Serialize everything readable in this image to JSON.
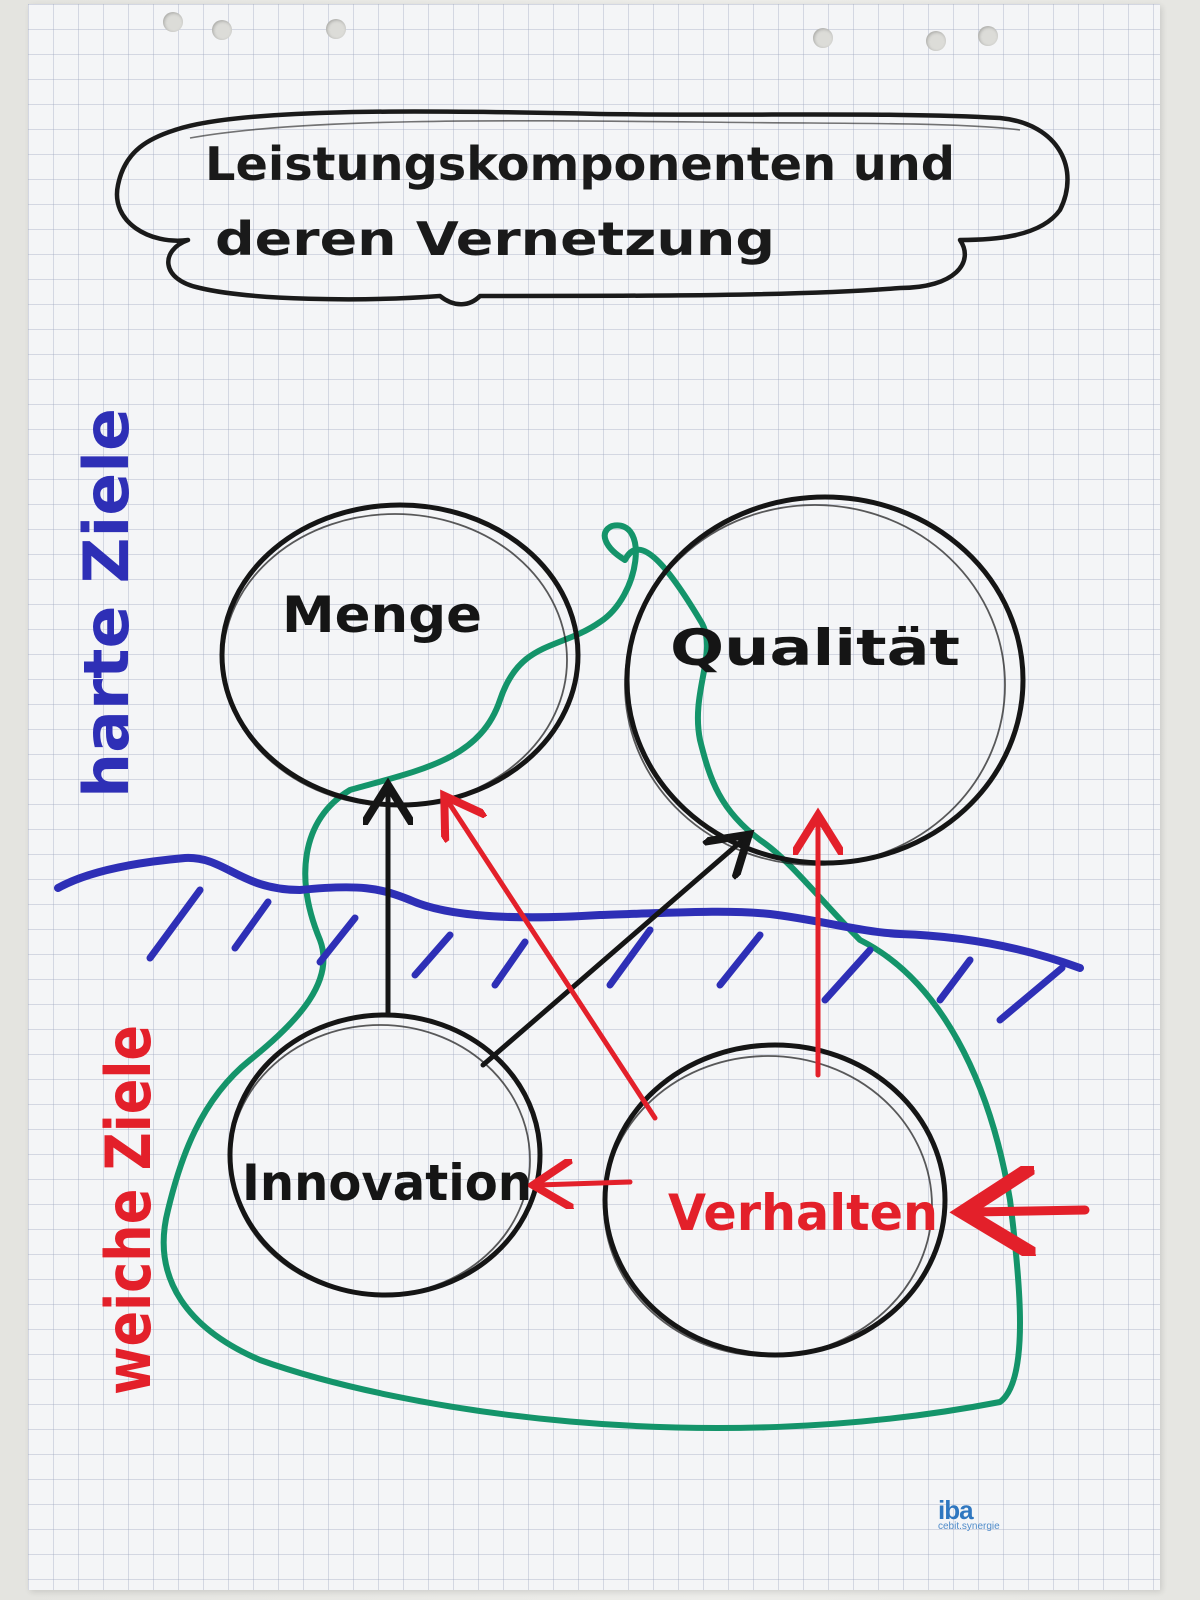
{
  "title": {
    "line1": "Leistungskomponenten und",
    "line2": "deren Vernetzung"
  },
  "side_labels": {
    "hard": "harte Ziele",
    "soft": "weiche Ziele"
  },
  "circles": {
    "top_left": "Menge",
    "top_right": "Qualität",
    "bottom_left": "Innovation",
    "bottom_right": "Verhalten"
  },
  "colors": {
    "ink_black": "#151515",
    "ink_blue": "#2e2fb6",
    "ink_red": "#e3202a",
    "ink_green": "#14946a",
    "logo_blue": "#2f77c0"
  },
  "logo": {
    "main": "iba",
    "sub": "cebit.synergie"
  }
}
